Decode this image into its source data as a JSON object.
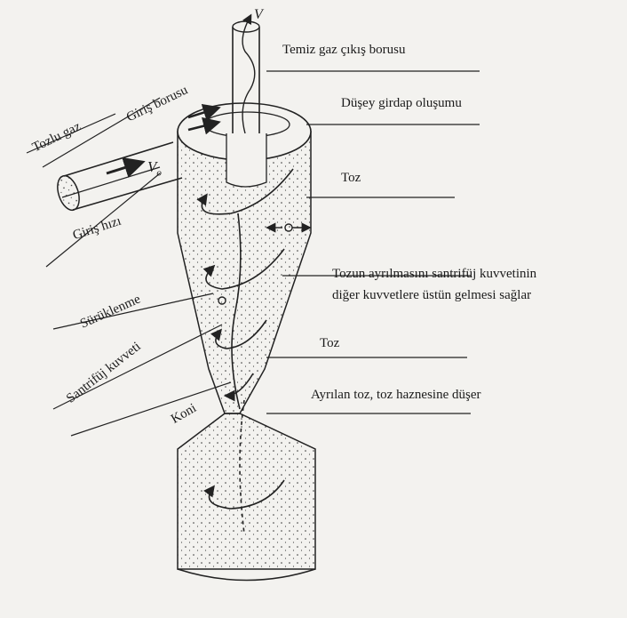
{
  "labels": {
    "clean_gas_outlet": "Temiz gaz çıkış borusu",
    "vertical_vortex": "Düşey girdap oluşumu",
    "dust_top": "Toz",
    "separation_line1": "Tozun ayrılmasını santrifüj kuvvetinin",
    "separation_line2": "diğer kuvvetlere üstün gelmesi sağlar",
    "dust_bottom": "Toz",
    "separated_dust": "Ayrılan toz, toz haznesine düşer",
    "dusty_gas": "Tozlu gaz",
    "inlet_pipe": "Giriş borusu",
    "inlet_velocity_symbol": "V",
    "inlet_velocity_subscript": "o",
    "inlet_speed": "Giriş hızı",
    "drag": "Sürüklenme",
    "centrifugal_force": "Santrifüj kuvveti",
    "cone": "Koni",
    "outlet_flow_symbol": "V"
  }
}
